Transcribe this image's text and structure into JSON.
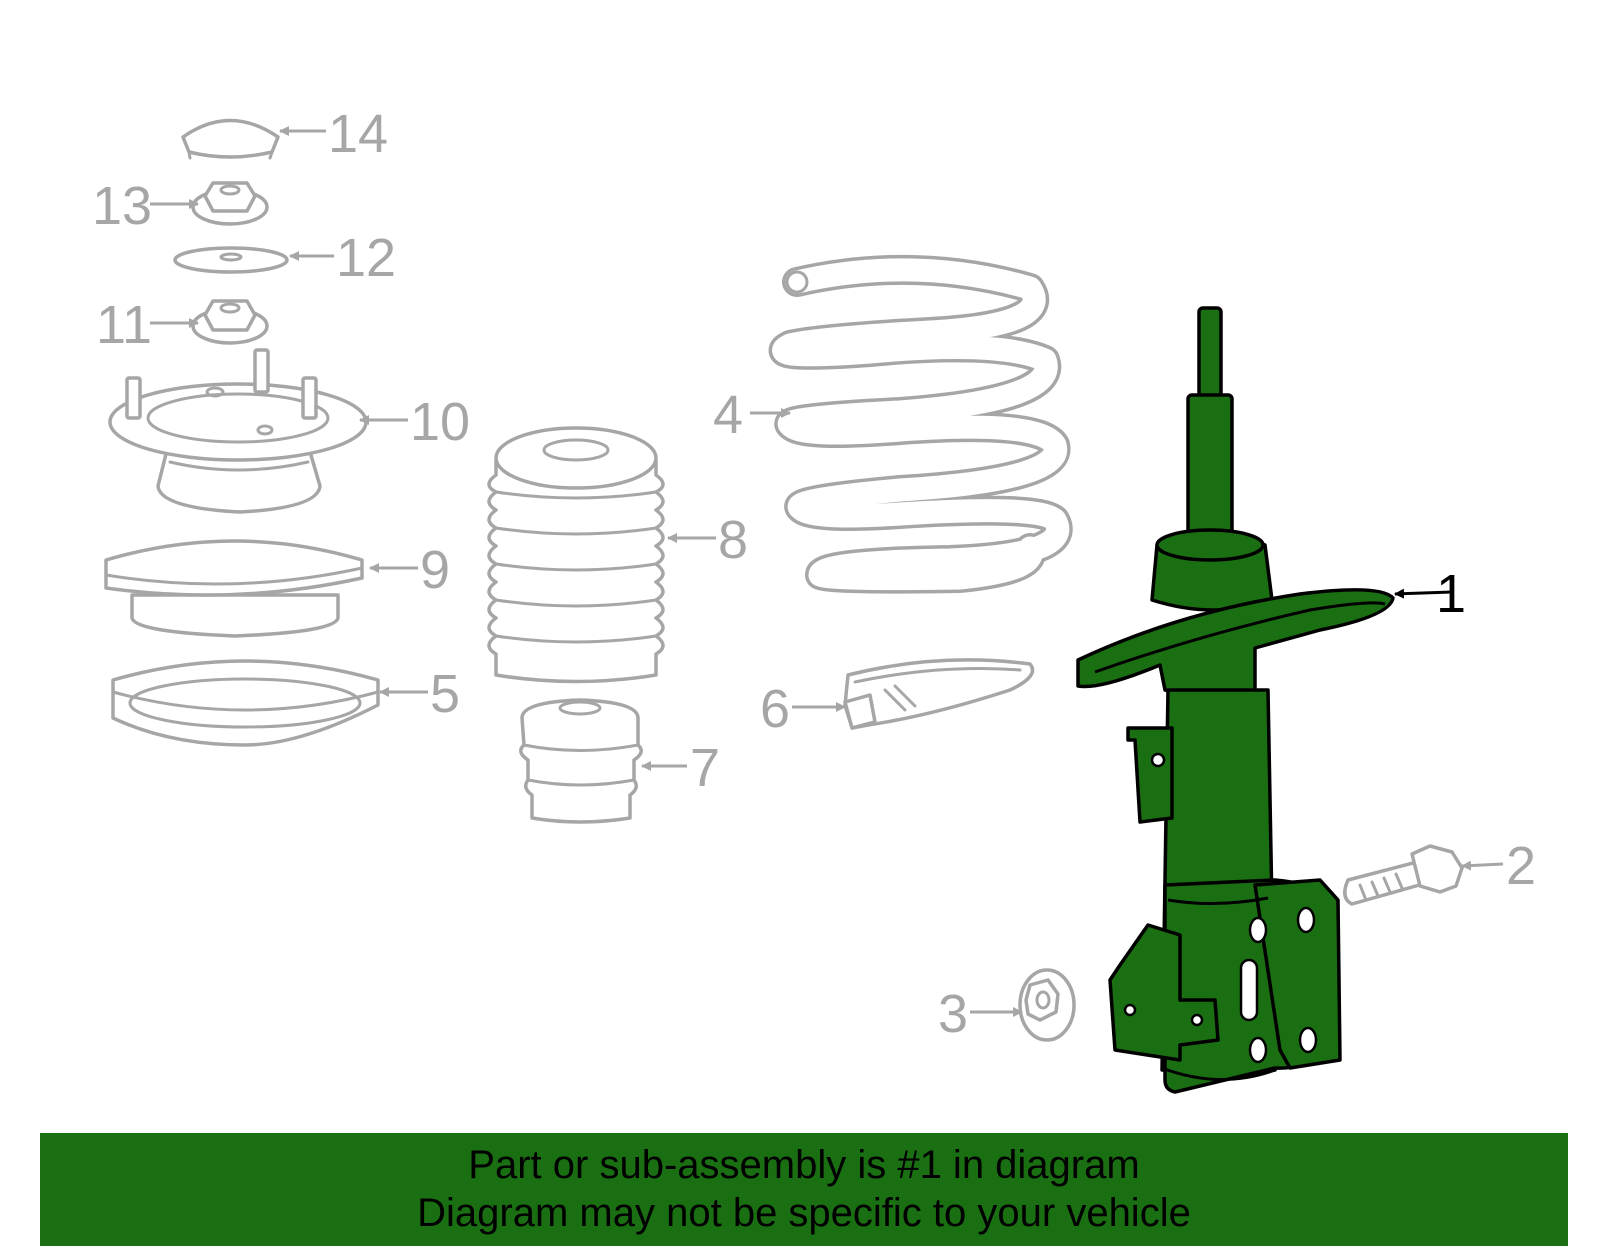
{
  "diagram": {
    "highlight_color": "#1a6f12",
    "line_color": "#a6a6a6",
    "parts": [
      {
        "label": "1",
        "name": "strut assembly",
        "highlighted": true
      },
      {
        "label": "2",
        "name": "bolt"
      },
      {
        "label": "3",
        "name": "nut"
      },
      {
        "label": "4",
        "name": "coil spring"
      },
      {
        "label": "5",
        "name": "lower spring seat"
      },
      {
        "label": "6",
        "name": "spring insulator"
      },
      {
        "label": "7",
        "name": "bump stop"
      },
      {
        "label": "8",
        "name": "dust boot"
      },
      {
        "label": "9",
        "name": "upper spring seat"
      },
      {
        "label": "10",
        "name": "strut mount"
      },
      {
        "label": "11",
        "name": "nut"
      },
      {
        "label": "12",
        "name": "washer"
      },
      {
        "label": "13",
        "name": "nut"
      },
      {
        "label": "14",
        "name": "cap"
      }
    ]
  },
  "banner": {
    "line1": "Part or sub-assembly is #1 in diagram",
    "line2": "Diagram may not be specific to your vehicle"
  }
}
